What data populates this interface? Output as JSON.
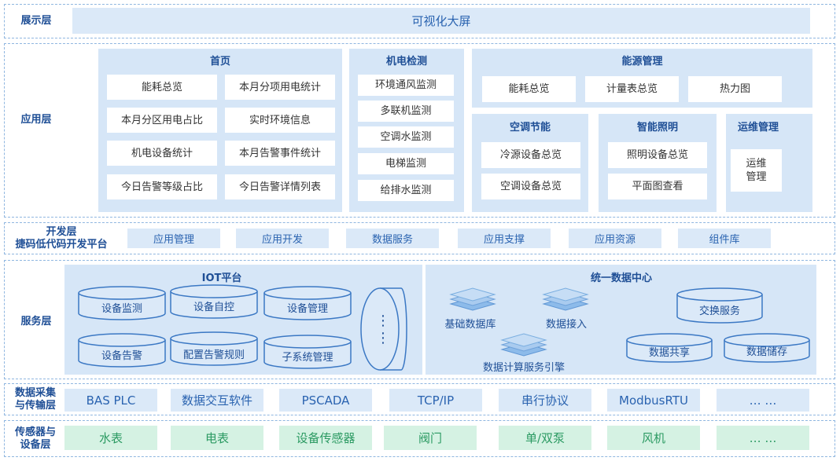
{
  "layers": {
    "display": "展示层",
    "app": "应用层",
    "dev": [
      "开发层",
      "捷码低代码开发平台"
    ],
    "service": "服务层",
    "acquisition": [
      "数据采集",
      "与传输层"
    ],
    "sensor": [
      "传感器与",
      "设备层"
    ]
  },
  "display": {
    "screen": "可视化大屏"
  },
  "app": {
    "home": {
      "title": "首页",
      "items": [
        "能耗总览",
        "本月分项用电统计",
        "本月分区用电占比",
        "实时环境信息",
        "机电设备统计",
        "本月告警事件统计",
        "今日告警等级占比",
        "今日告警详情列表"
      ]
    },
    "mep": {
      "title": "机电检测",
      "items": [
        "环境通风监测",
        "多联机监测",
        "空调水监测",
        "电梯监测",
        "给排水监测"
      ]
    },
    "energy": {
      "title": "能源管理",
      "items": [
        "能耗总览",
        "计量表总览",
        "热力图"
      ]
    },
    "hvac": {
      "title": "空调节能",
      "items": [
        "冷源设备总览",
        "空调设备总览"
      ]
    },
    "lighting": {
      "title": "智能照明",
      "items": [
        "照明设备总览",
        "平面图查看"
      ]
    },
    "ops": {
      "title": "运维管理",
      "items": [
        "运维",
        "管理"
      ]
    }
  },
  "dev": {
    "items": [
      "应用管理",
      "应用开发",
      "数据服务",
      "应用支撑",
      "应用资源",
      "组件库"
    ]
  },
  "service": {
    "iot": {
      "title": "IOT平台",
      "items": [
        "设备监测",
        "设备自控",
        "设备管理",
        "设备告警",
        "配置告警规则",
        "子系统管理"
      ],
      "more": "⋮"
    },
    "datacenter": {
      "title": "统一数据中心",
      "stacks": [
        "基础数据库",
        "数据接入",
        "数据计算服务引擎"
      ],
      "cylinders": [
        "交换服务",
        "数据共享",
        "数据储存"
      ]
    }
  },
  "acquisition": {
    "items": [
      "BAS PLC",
      "数据交互软件",
      "PSCADA",
      "TCP/IP",
      "串行协议",
      "ModbusRTU",
      "… …"
    ]
  },
  "sensor": {
    "items": [
      "水表",
      "电表",
      "设备传感器",
      "阀门",
      "单/双泵",
      "风机",
      "… …"
    ]
  }
}
